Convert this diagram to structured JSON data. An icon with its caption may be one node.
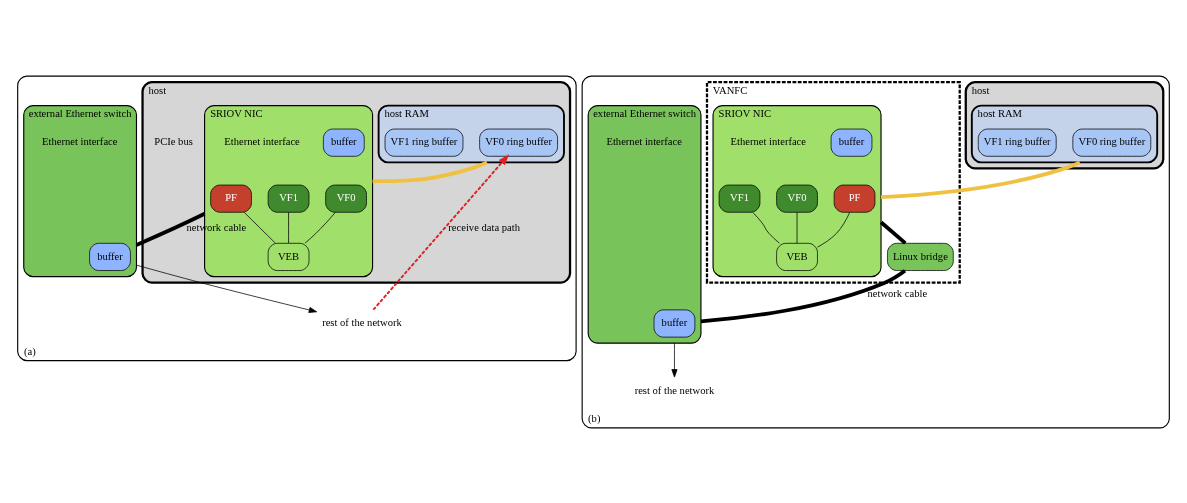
{
  "diagram": {
    "nodes": [
      {
        "text": [
          "(a)"
        ]
      },
      {
        "text": [
          "host"
        ],
        "in": 0
      },
      {
        "text": [
          "host RAM"
        ],
        "in": 1
      },
      {
        "text": [
          "VF0 ring buffer"
        ],
        "in": 2
      },
      {
        "text": [
          "VF1 ring buffer"
        ],
        "in": 2
      },
      {
        "text": [
          "SRIOV NIC"
        ],
        "in": 1
      },
      {
        "text": [
          "PF"
        ],
        "in": 5
      },
      {
        "text": [
          "VF0"
        ],
        "in": 5
      },
      {
        "text": [
          "VF1"
        ],
        "in": 5
      },
      {
        "text": [
          "VEB"
        ],
        "in": 5
      },
      {
        "text": [
          "buffer"
        ],
        "in": 5
      },
      {
        "text": [
          "external Ethernet switch"
        ],
        "in": 0
      },
      {
        "text": [
          "buffer"
        ],
        "in": 11
      },
      {
        "text": [
          "rest of the network"
        ],
        "in": 0
      },
      {
        "text": [
          "(b)"
        ]
      },
      {
        "text": [
          "host"
        ],
        "in": 14
      },
      {
        "text": [
          "host RAM"
        ],
        "in": 15
      },
      {
        "text": [
          "VF0 ring buffer"
        ],
        "in": 16
      },
      {
        "text": [
          "VF1 ring buffer"
        ],
        "in": 16
      },
      {
        "text": [
          "VANFC"
        ],
        "in": 14
      },
      {
        "text": [
          "SRIOV NIC"
        ],
        "in": 19
      },
      {
        "text": [
          "PF"
        ],
        "in": 20
      },
      {
        "text": [
          "VF0"
        ],
        "in": 20
      },
      {
        "text": [
          "VF1"
        ],
        "in": 20
      },
      {
        "text": [
          "VEB"
        ],
        "in": 20
      },
      {
        "text": [
          "buffer"
        ],
        "in": 20
      },
      {
        "text": [
          "Linux bridge"
        ],
        "in": 19
      },
      {
        "text": [
          "external Ethernet switch"
        ],
        "in": 14
      },
      {
        "text": [
          "buffer"
        ],
        "in": 27
      },
      {
        "text": [
          "rest of the network"
        ],
        "in": 14
      }
    ],
    "edges": [
      {
        "from": 2,
        "to": 5,
        "arrow": "none",
        "style": "thick",
        "color": "#f0c040"
      },
      {
        "from": 6,
        "to": 9,
        "arrow": "none"
      },
      {
        "from": 7,
        "to": 9,
        "arrow": "none"
      },
      {
        "from": 8,
        "to": 9,
        "arrow": "none"
      },
      {
        "from": 5,
        "to": 11,
        "arrow": "none",
        "label": "network cable",
        "style": "thick"
      },
      {
        "from": 11,
        "to": 13,
        "arrow": "to"
      },
      {
        "from": 13,
        "to": 3,
        "arrow": "to",
        "label": "receive data path",
        "style": "dashed",
        "color": "#e02020"
      },
      {
        "from": 16,
        "to": 20,
        "arrow": "none",
        "style": "thick",
        "color": "#f0c040"
      },
      {
        "from": 21,
        "to": 24,
        "arrow": "none"
      },
      {
        "from": 22,
        "to": 24,
        "arrow": "none"
      },
      {
        "from": 23,
        "to": 24,
        "arrow": "none"
      },
      {
        "from": 20,
        "to": 26,
        "arrow": "none",
        "style": "thick"
      },
      {
        "from": 26,
        "to": 27,
        "arrow": "none",
        "label": "network cable",
        "style": "thick"
      },
      {
        "from": 27,
        "to": 29,
        "arrow": "to"
      }
    ],
    "labels": [
      "PCIe bus",
      "Ethernet interface",
      "Ethernet interface",
      "Ethernet interface",
      "Ethernet interface"
    ]
  }
}
